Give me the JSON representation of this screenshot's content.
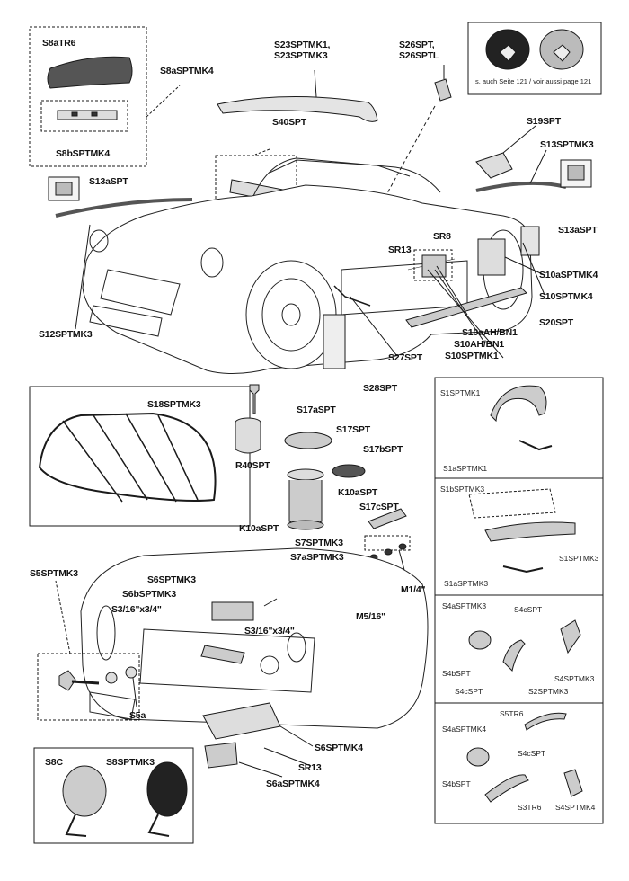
{
  "labels": {
    "s8atr6": "S8aTR6",
    "s8asptmk4": "S8aSPTMK4",
    "s8bsptmk4": "S8bSPTMK4",
    "s23_l1": "S23SPTMK1,",
    "s23_l2": "S23SPTMK3",
    "s26_l1": "S26SPT,",
    "s26_l2": "S26SPTL",
    "s40spt": "S40SPT",
    "s19spt": "S19SPT",
    "s13sptmk3": "S13SPTMK3",
    "s13aspt_left": "S13aSPT",
    "s13aspt_right": "S13aSPT",
    "sr13_top": "SR13",
    "sr8": "SR8",
    "s10asptmk4": "S10aSPTMK4",
    "s10sptmk4": "S10SPTMK4",
    "s20spt": "S20SPT",
    "s10aah": "S10aAH/BN1",
    "s10ah": "S10AH/BN1",
    "s10sptmk1": "S10SPTMK1",
    "s12sptmk3": "S12SPTMK3",
    "s27spt": "S27SPT",
    "s28spt": "S28SPT",
    "s18sptmk3": "S18SPTMK3",
    "s17aspt": "S17aSPT",
    "s17spt": "S17SPT",
    "s17bspt": "S17bSPT",
    "r40spt": "R40SPT",
    "k10aspt_1": "K10aSPT",
    "s17cspt": "S17cSPT",
    "k10aspt_2": "K10aSPT",
    "s7sptmk3": "S7SPTMK3",
    "s7asptmk3": "S7aSPTMK3",
    "m14": "M1/4\"",
    "m516": "M5/16\"",
    "s5sptmk3": "S5SPTMK3",
    "s6sptmk3": "S6SPTMK3",
    "s6bsptmk3": "S6bSPTMK3",
    "s316_left": "S3/16\"x3/4\"",
    "s316_right": "S3/16\"x3/4\"",
    "s5a": "S5a",
    "s6sptmk4": "S6SPTMK4",
    "sr13_bottom": "SR13",
    "s6asptmk4": "S6aSPTMK4",
    "s8c": "S8C",
    "s8sptmk3": "S8SPTMK3"
  },
  "inset": {
    "note": "s. auch Seite 121 / voir aussi page 121"
  },
  "side_panels": {
    "p1": {
      "s1sptmk1": "S1SPTMK1",
      "s1asptmk1": "S1aSPTMK1"
    },
    "p2": {
      "s1bsptmk3": "S1bSPTMK3",
      "s1sptmk3": "S1SPTMK3",
      "s1asptmk3": "S1aSPTMK3"
    },
    "p3": {
      "s4asptmk3": "S4aSPTMK3",
      "s4cspt_a": "S4cSPT",
      "s4bspt": "S4bSPT",
      "s4cspt_b": "S4cSPT",
      "s2sptmk3": "S2SPTMK3",
      "s4sptmk3": "S4SPTMK3"
    },
    "p4": {
      "s4asptmk4": "S4aSPTMK4",
      "s5tr6": "S5TR6",
      "s4cspt": "S4cSPT",
      "s4bspt": "S4bSPT",
      "s3tr6": "S3TR6",
      "s4sptmk4": "S4SPTMK4"
    }
  },
  "colors": {
    "line": "#1a1a1a",
    "part_fill": "#d9d9d9",
    "chrome": "#bdbdbd",
    "dark": "#333333"
  }
}
